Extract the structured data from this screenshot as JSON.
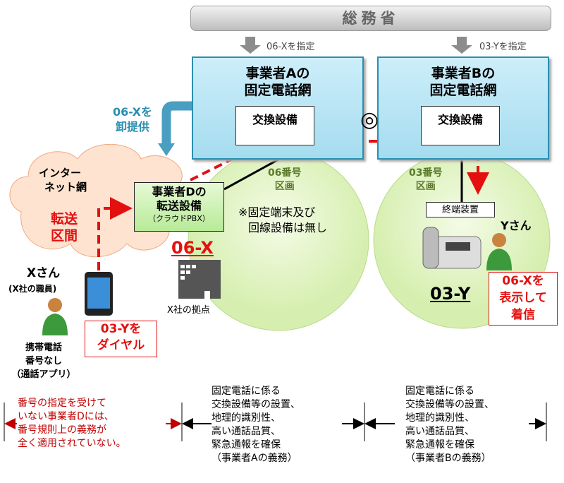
{
  "ministry": "総務省",
  "assign_a": "06-Xを指定",
  "assign_b": "03-Yを指定",
  "carrier_a": {
    "line1": "事業者Aの",
    "line2": "固定電話網",
    "switch": "交換設備"
  },
  "carrier_b": {
    "line1": "事業者Bの",
    "line2": "固定電話網",
    "switch": "交換設備"
  },
  "interconnect_symbol": "◎",
  "wholesale": {
    "line1": "06-Xを",
    "line2": "卸提供"
  },
  "internet": {
    "line1": "インター",
    "line2": "ネット網"
  },
  "transfer_section": {
    "line1": "転送",
    "line2": "区間"
  },
  "carrier_d": {
    "line1": "事業者Dの",
    "line2": "転送設備",
    "line3": "（クラウドPBX）"
  },
  "number_x": "06-X",
  "area_06": {
    "line1": "06番号",
    "line2": "区画"
  },
  "area_03": {
    "line1": "03番号",
    "line2": "区画"
  },
  "no_equipment": {
    "line1": "※固定端末及び",
    "line2": "回線設備は無し"
  },
  "terminal": "終端装置",
  "person_y": "Yさん",
  "number_y": "03-Y",
  "display_note": {
    "line1": "06-Xを",
    "line2": "表示して",
    "line3": "着信"
  },
  "person_x": {
    "name": "Xさん",
    "role": "(X社の職員)"
  },
  "site_x": "X社の拠点",
  "dial_note": {
    "line1": "03-Yを",
    "line2": "ダイヤル"
  },
  "mobile_note": {
    "line1": "携帯電話",
    "line2": "番号なし",
    "line3": "（通話アプリ）"
  },
  "bottom": {
    "d": [
      "番号の指定を受けて",
      "いない事業者Dには、",
      "番号規則上の義務が",
      "全く適用されていない。"
    ],
    "a": [
      "固定電話に係る",
      "交換設備等の設置、",
      "地理的識別性、",
      "高い通話品質、",
      "緊急通報を確保",
      "（事業者Aの義務）"
    ],
    "b": [
      "固定電話に係る",
      "交換設備等の設置、",
      "地理的識別性、",
      "高い通話品質、",
      "緊急通報を確保",
      "（事業者Bの義務）"
    ]
  },
  "colors": {
    "red": "#e41010",
    "dark_red": "#c00000",
    "blue": "#2a8fb0",
    "green_area": "#e4f5c4"
  }
}
